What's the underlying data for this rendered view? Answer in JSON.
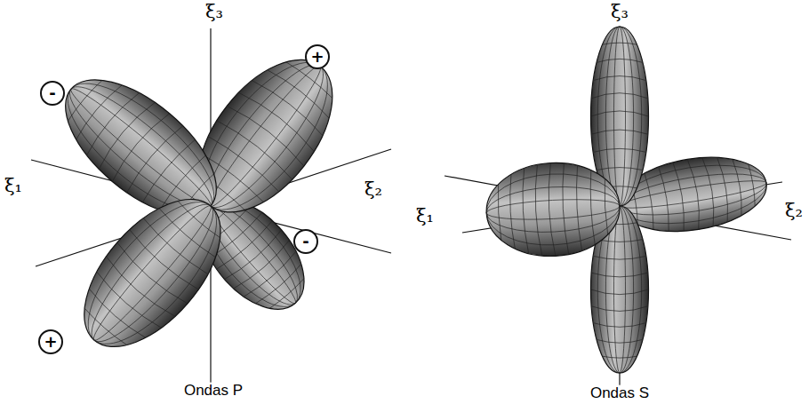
{
  "diagram": {
    "nodes": [
      {
        "text": [
          "+"
        ]
      },
      {
        "text": [
          "-"
        ]
      },
      {
        "text": [
          "-"
        ]
      },
      {
        "text": [
          "+"
        ]
      }
    ],
    "labels": [
      "ξ₃",
      "ξ₁",
      "ξ₂",
      "ξ₃",
      "ξ₁",
      "ξ₂",
      "Ondas P",
      "Ondas S"
    ]
  }
}
